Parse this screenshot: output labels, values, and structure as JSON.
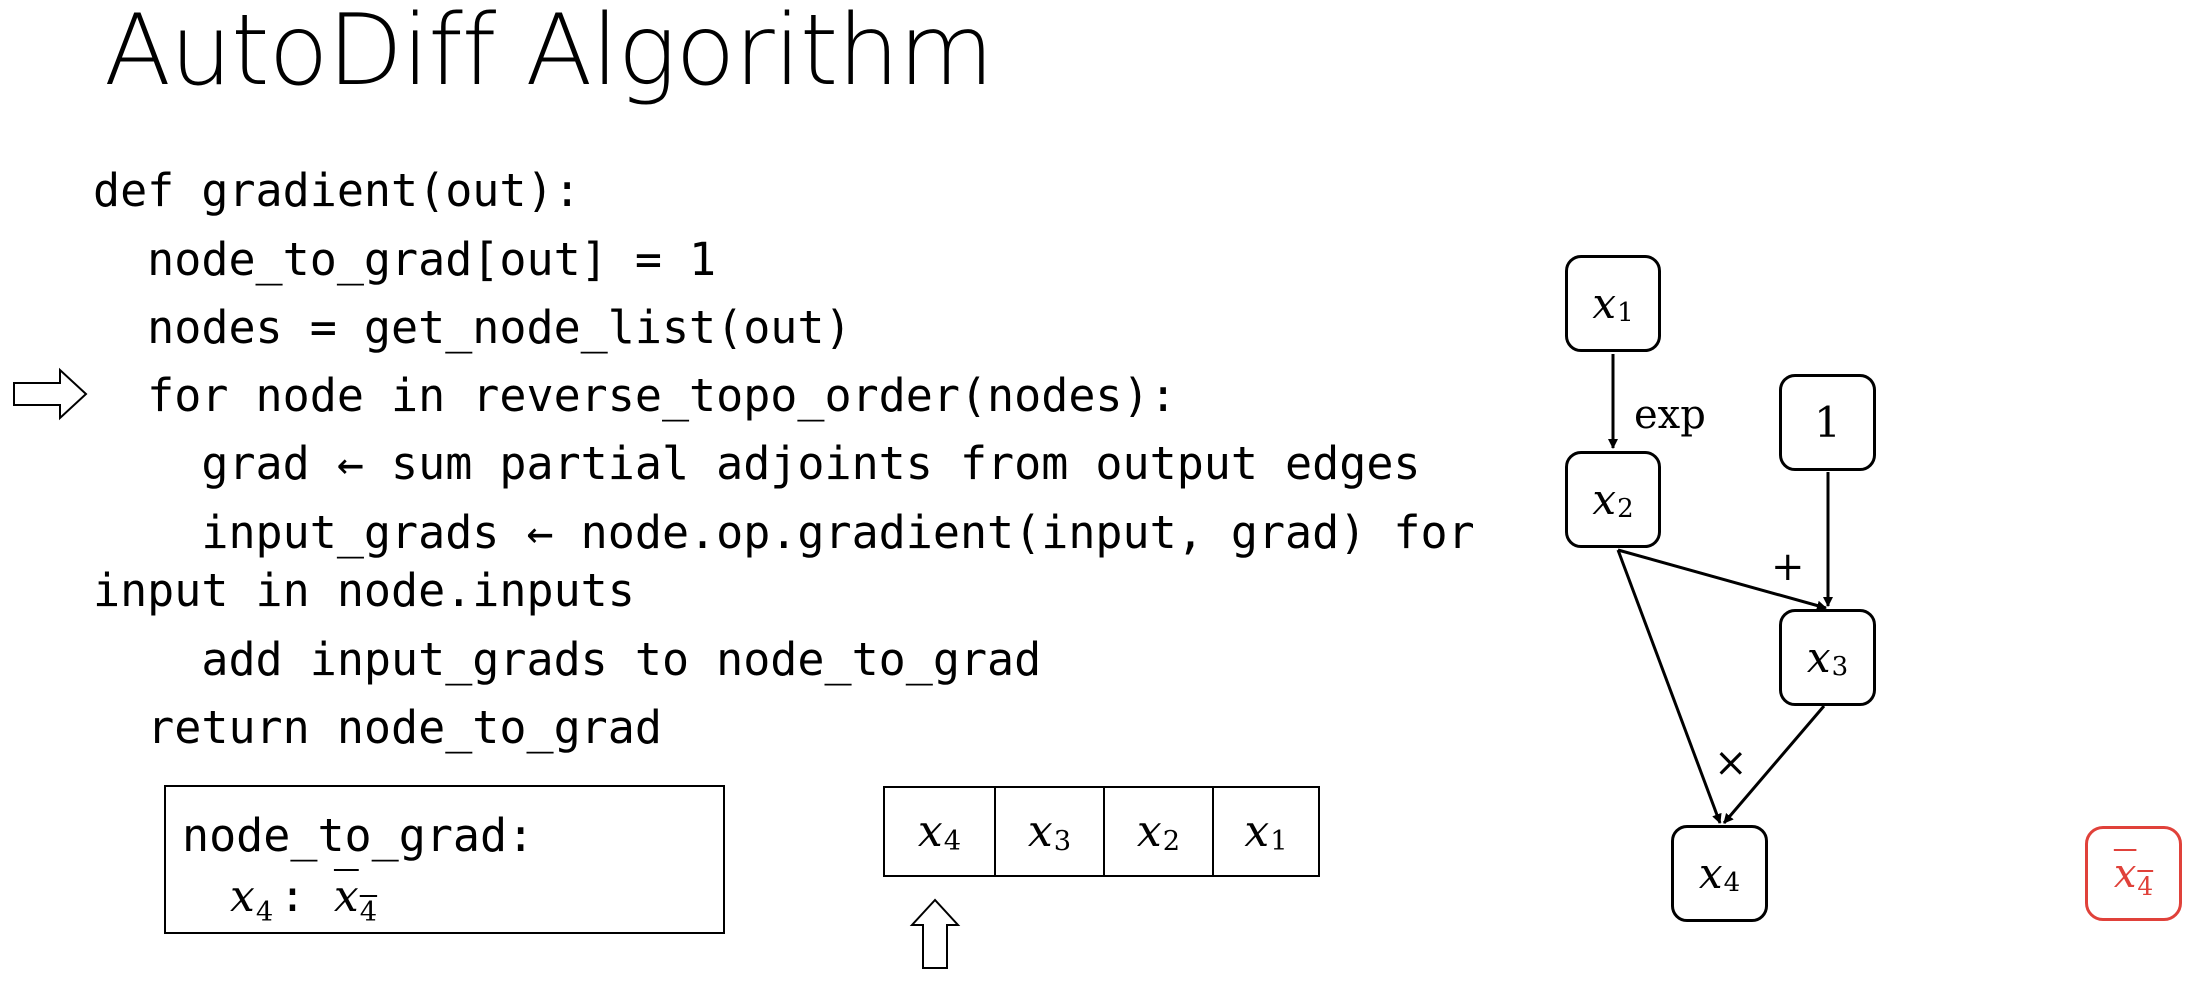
{
  "title": "AutoDiff Algorithm",
  "code_lines": [
    "def gradient(out):",
    "  node_to_grad[out] = 1",
    "  nodes = get_node_list(out)",
    "  for node in reverse_topo_order(nodes):",
    "    grad ← sum partial adjoints from output edges",
    "    input_grads ← node.op.gradient(input, grad) for",
    "input in node.inputs",
    "    add input_grads to node_to_grad",
    "  return node_to_grad"
  ],
  "node_to_grad_box": {
    "header": "node_to_grad:",
    "entries": [
      {
        "key_var": "x",
        "key_sub": "4",
        "sep": ":",
        "val_var": "x",
        "val_sub": "4"
      }
    ]
  },
  "order_list": [
    {
      "var": "x",
      "sub": "4"
    },
    {
      "var": "x",
      "sub": "3"
    },
    {
      "var": "x",
      "sub": "2"
    },
    {
      "var": "x",
      "sub": "1"
    }
  ],
  "graph": {
    "nodes": {
      "x1": {
        "var": "x",
        "sub": "1"
      },
      "x2": {
        "var": "x",
        "sub": "2"
      },
      "one": {
        "label": "1"
      },
      "x3": {
        "var": "x",
        "sub": "3"
      },
      "x4": {
        "var": "x",
        "sub": "4"
      }
    },
    "edge_labels": {
      "exp": "exp",
      "plus": "+",
      "times": "×"
    }
  },
  "highlight": {
    "var": "x",
    "sub": "4"
  },
  "colors": {
    "highlight": "#e0413a"
  },
  "icons": {
    "current_line": "right-arrow-icon",
    "list_pointer": "up-arrow-icon"
  }
}
